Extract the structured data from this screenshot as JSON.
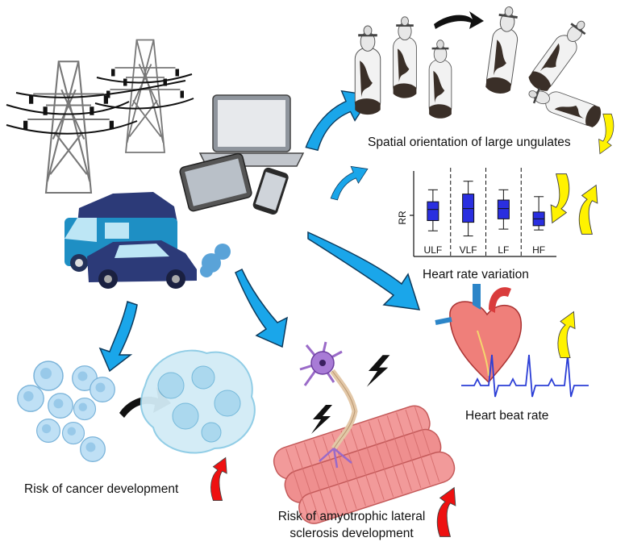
{
  "labels": {
    "ungulates": "Spatial orientation of large ungulates",
    "hrv": "Heart rate variation",
    "heart_beat": "Heart beat rate",
    "cancer": "Risk of cancer development",
    "als_line1": "Risk of amyotrophic lateral",
    "als_line2": "sclerosis development"
  },
  "chart_data": {
    "type": "box",
    "ylabel": "RR",
    "categories": [
      "ULF",
      "VLF",
      "LF",
      "HF"
    ],
    "boxes": [
      {
        "min": 0.3,
        "q1": 0.42,
        "median": 0.55,
        "q3": 0.64,
        "max": 0.78
      },
      {
        "min": 0.24,
        "q1": 0.4,
        "median": 0.56,
        "q3": 0.73,
        "max": 0.88
      },
      {
        "min": 0.32,
        "q1": 0.44,
        "median": 0.56,
        "q3": 0.66,
        "max": 0.78
      },
      {
        "min": 0.31,
        "q1": 0.36,
        "median": 0.44,
        "q3": 0.52,
        "max": 0.7
      }
    ]
  },
  "colors": {
    "cyan_arrow": "#1aa6ea",
    "yellow_arrow": "#fff200",
    "red_arrow": "#ee1111",
    "box_fill": "#2a2fe0",
    "ecg": "#2b3ed6"
  }
}
